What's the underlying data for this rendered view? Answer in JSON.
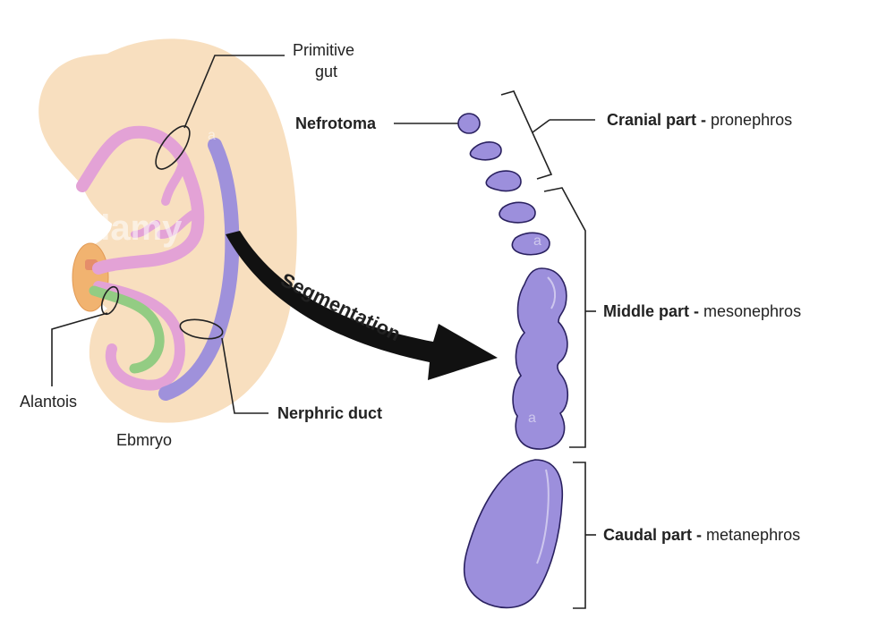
{
  "labels": {
    "primitive_gut_line1": "Primitive",
    "primitive_gut_line2": "gut",
    "nefrotoma": "Nefrotoma",
    "alantois": "Alantois",
    "embryo": "Ebmryo",
    "nephric_duct": "Nerphric duct",
    "segmentation": "Segmentation",
    "cranial_bold": "Cranial part - ",
    "cranial_normal": "pronephros",
    "middle_bold": "Middle part - ",
    "middle_normal": "mesonephros",
    "caudal_bold": "Caudal part - ",
    "caudal_normal": "metanephros"
  },
  "watermark": {
    "text": "alamy",
    "letter": "a"
  },
  "colors": {
    "embryo_fill": "#f8dfbf",
    "gut": "#e3a2d6",
    "allantois_green": "#93cc83",
    "yolk_orange": "#f1b370",
    "nephric_purple": "#9f91db",
    "segment_fill": "#9c8fdc",
    "segment_stroke": "#2a2160",
    "line": "#222222"
  }
}
